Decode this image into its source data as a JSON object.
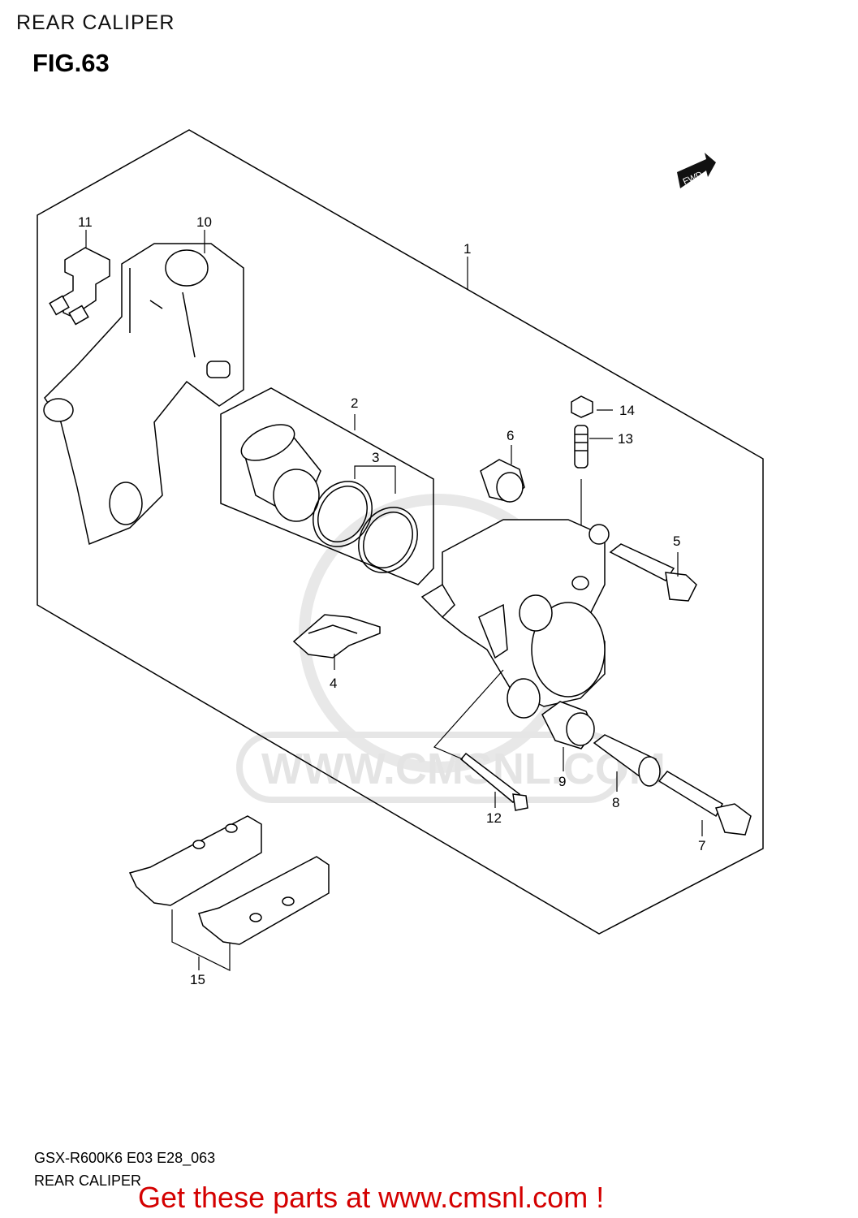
{
  "header": {
    "title": "REAR CALIPER"
  },
  "figure": {
    "label": "FIG.63"
  },
  "watermark": {
    "text": "WWW.CMSNL.COM"
  },
  "fwd_badge": "FWD",
  "callouts": [
    "1",
    "2",
    "3",
    "4",
    "5",
    "6",
    "7",
    "8",
    "9",
    "10",
    "11",
    "12",
    "13",
    "14",
    "15"
  ],
  "footer": {
    "model_code": "GSX-R600K6 E03 E28_063",
    "caption": "REAR CALIPER",
    "promo": "Get these parts at www.cmsnl.com !"
  },
  "colors": {
    "promo": "#d40000",
    "watermark": "#e4e4e4",
    "line": "#000000"
  }
}
